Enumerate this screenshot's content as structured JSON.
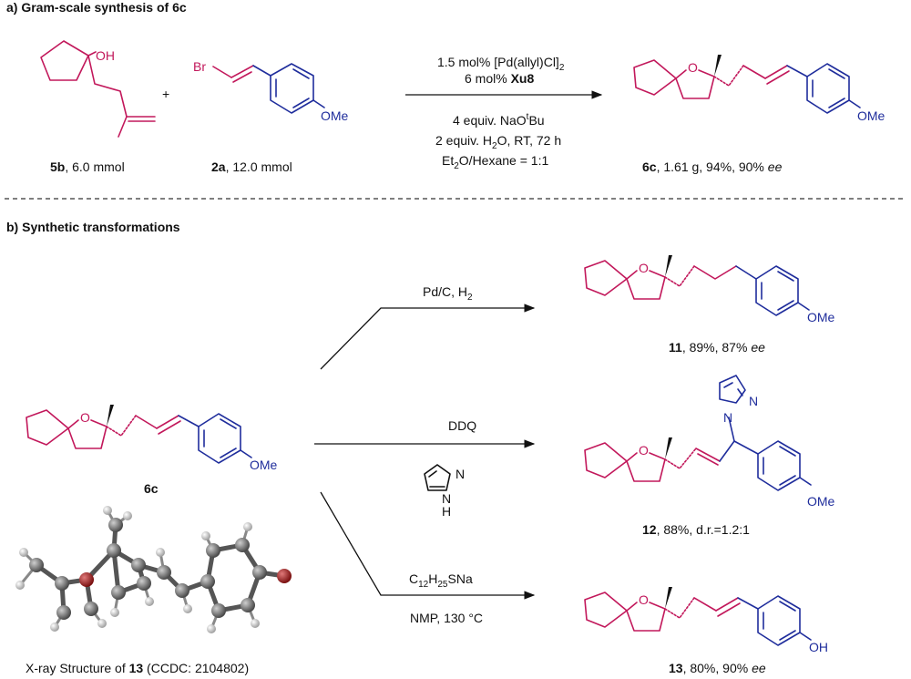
{
  "section_a": {
    "title": "a) Gram-scale synthesis of 6c",
    "reactant1": {
      "atom_label": "OH",
      "number": "5b",
      "amount": ", 6.0 mmol"
    },
    "plus": "+",
    "reactant2": {
      "br_label": "Br",
      "ome_label": "OMe",
      "number": "2a",
      "amount": ", 12.0 mmol"
    },
    "conditions": {
      "line1": "1.5 mol% [Pd(allyl)Cl]",
      "line1_sub": "2",
      "line2": "6 mol% ",
      "line2_bold": "Xu8",
      "line3": "4 equiv. NaO",
      "line3_sup": "t",
      "line3_end": "Bu",
      "line4a": "2 equiv. H",
      "line4_sub": "2",
      "line4b": "O, RT, 72 h",
      "line5a": "Et",
      "line5_sub": "2",
      "line5b": "O/Hexane = 1:1"
    },
    "product": {
      "o_label": "O",
      "ome_label": "OMe",
      "number": "6c",
      "result": ", 1.61 g, 94%, 90% ",
      "ee": "ee"
    }
  },
  "section_b": {
    "title": "b) Synthetic transformations",
    "start": {
      "o_label": "O",
      "ome_label": "OMe",
      "number": "6c"
    },
    "xray_caption_pre": "X-ray Structure of ",
    "xray_caption_num": "13",
    "xray_caption_post": " (CCDC: 2104802)",
    "rxn1": {
      "reagent_a": "Pd/C, H",
      "reagent_sub": "2",
      "product": {
        "o_label": "O",
        "ome_label": "OMe",
        "number": "11",
        "result": ", 89%, 87% ",
        "ee": "ee"
      }
    },
    "rxn2": {
      "reagent": "DDQ",
      "pyrazole_n": "N",
      "pyrazole_nh": "N",
      "pyrazole_h": "H",
      "product": {
        "o_label": "O",
        "ome_label": "OMe",
        "n1": "N",
        "n2": "N",
        "number": "12",
        "result": ", 88%, d.r.=1.2:1"
      }
    },
    "rxn3": {
      "reagent_a": "C",
      "reagent_sub1": "12",
      "reagent_b": "H",
      "reagent_sub2": "25",
      "reagent_c": "SNa",
      "condition": "NMP, 130 °C",
      "product": {
        "o_label": "O",
        "oh_label": "OH",
        "number": "13",
        "result": ", 80%, 90% ",
        "ee": "ee"
      }
    }
  },
  "colors": {
    "red": "#c2185b",
    "blue": "#1f2d9c",
    "oxygen_atom": "#b22222",
    "carbon_atom": "#6e6e6e"
  }
}
